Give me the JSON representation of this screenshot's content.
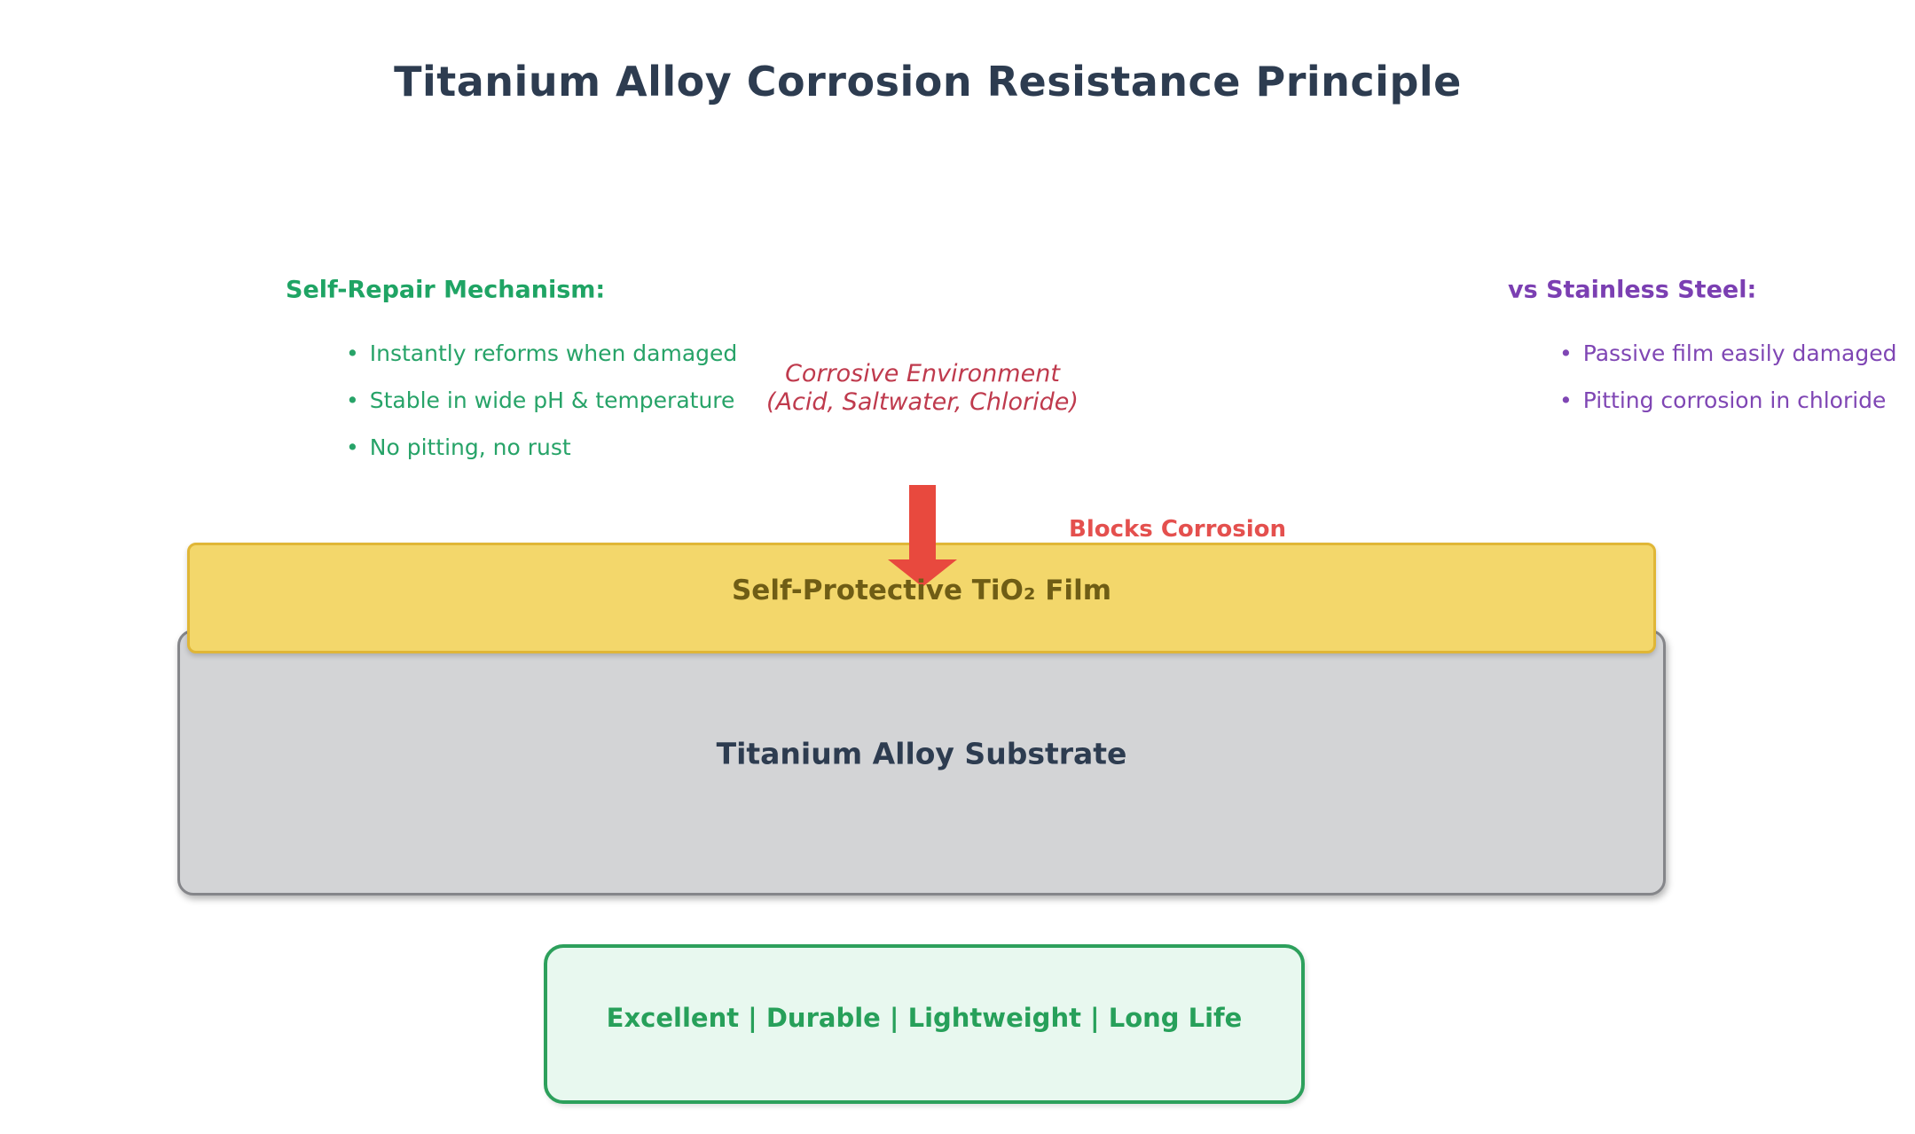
{
  "title": "Titanium Alloy Corrosion Resistance Principle",
  "chars": {
    "bullet": "•"
  },
  "self_repair": {
    "heading": "Self-Repair Mechanism:",
    "bullets": [
      "Instantly reforms when damaged",
      "Stable in wide pH & temperature",
      "No pitting, no rust"
    ]
  },
  "vs_stainless": {
    "heading": "vs Stainless Steel:",
    "bullets": [
      "Passive film easily damaged",
      "Pitting corrosion in chloride"
    ]
  },
  "corrosive_environment": {
    "line1": "Corrosive Environment",
    "line2": "(Acid, Saltwater, Chloride)"
  },
  "blocks_corrosion_label": "Blocks Corrosion",
  "tio2_film": {
    "label": "Self-Protective TiO₂ Film"
  },
  "substrate": {
    "label": "Titanium Alloy Substrate"
  },
  "summary": {
    "label": "Excellent | Durable | Lightweight | Long Life"
  },
  "colors": {
    "title_text": "#2d3c50",
    "green_text": "#27a368",
    "purple_text": "#7b3fb2",
    "dark_red_text": "#bf3a4d",
    "bright_red_text": "#e4504e",
    "arrow_red": "#e8493e",
    "film_fill": "#f3d76b",
    "film_border": "#e0b636",
    "film_text": "#6f5d15",
    "substrate_fill": "#d3d4d6",
    "substrate_border": "#85868a",
    "summary_fill": "#e8f8ef",
    "summary_border": "#2da05c"
  }
}
